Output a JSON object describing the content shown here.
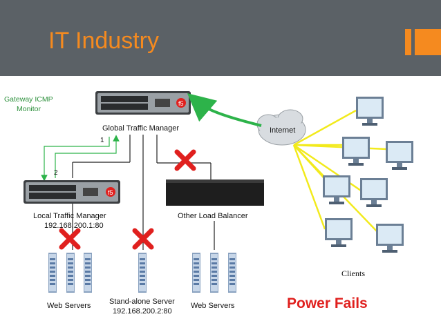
{
  "slide": {
    "title": "IT Industry"
  },
  "diagram": {
    "gateway_label_line1": "Gateway ICMP",
    "gateway_label_line2": "Monitor",
    "gtm_label": "Global Traffic Manager",
    "ltm_label": "Local Traffic Manager",
    "ltm_ip": "192.168.200.1:80",
    "other_lb_label": "Other Load Balancer",
    "internet_label": "Internet",
    "step1": "1",
    "step2": "2",
    "web_servers_left": "Web Servers",
    "standalone_label": "Stand-alone Server",
    "standalone_ip": "192.168.200.2:80",
    "web_servers_right": "Web Servers",
    "clients_label": "Clients",
    "power_fails": "Power Fails",
    "colors": {
      "accent": "#f58a1f",
      "header_bg": "#5b6166",
      "monitor_arrow": "#2db34a",
      "client_links": "#f2ea1c",
      "failure_x": "#e0201e",
      "power_fails_text": "#e0201e"
    }
  }
}
